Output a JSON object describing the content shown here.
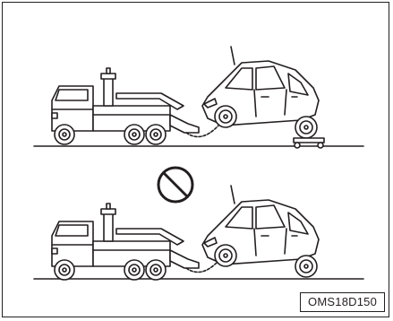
{
  "figure": {
    "code": "OMS18D150",
    "line_color": "#231f20",
    "prohibited_symbol": "prohibition-icon"
  },
  "scenes": [
    {
      "name": "correct-towing",
      "dolly_under_rear_wheels": true
    },
    {
      "name": "incorrect-towing",
      "dolly_under_rear_wheels": false,
      "prohibited": true
    }
  ]
}
